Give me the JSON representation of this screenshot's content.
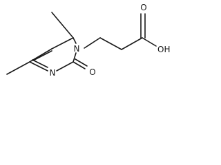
{
  "structure": {
    "atoms": {
      "ring_nitrogen": "N",
      "imine_nitrogen": "N",
      "ring_carbonyl_oxygen": "O",
      "acid_carbonyl_oxygen": "O",
      "acid_hydroxyl": "OH"
    },
    "colors": {
      "bond": "#1a1a1a",
      "label": "#1a1a1a",
      "background": "#ffffff"
    }
  }
}
